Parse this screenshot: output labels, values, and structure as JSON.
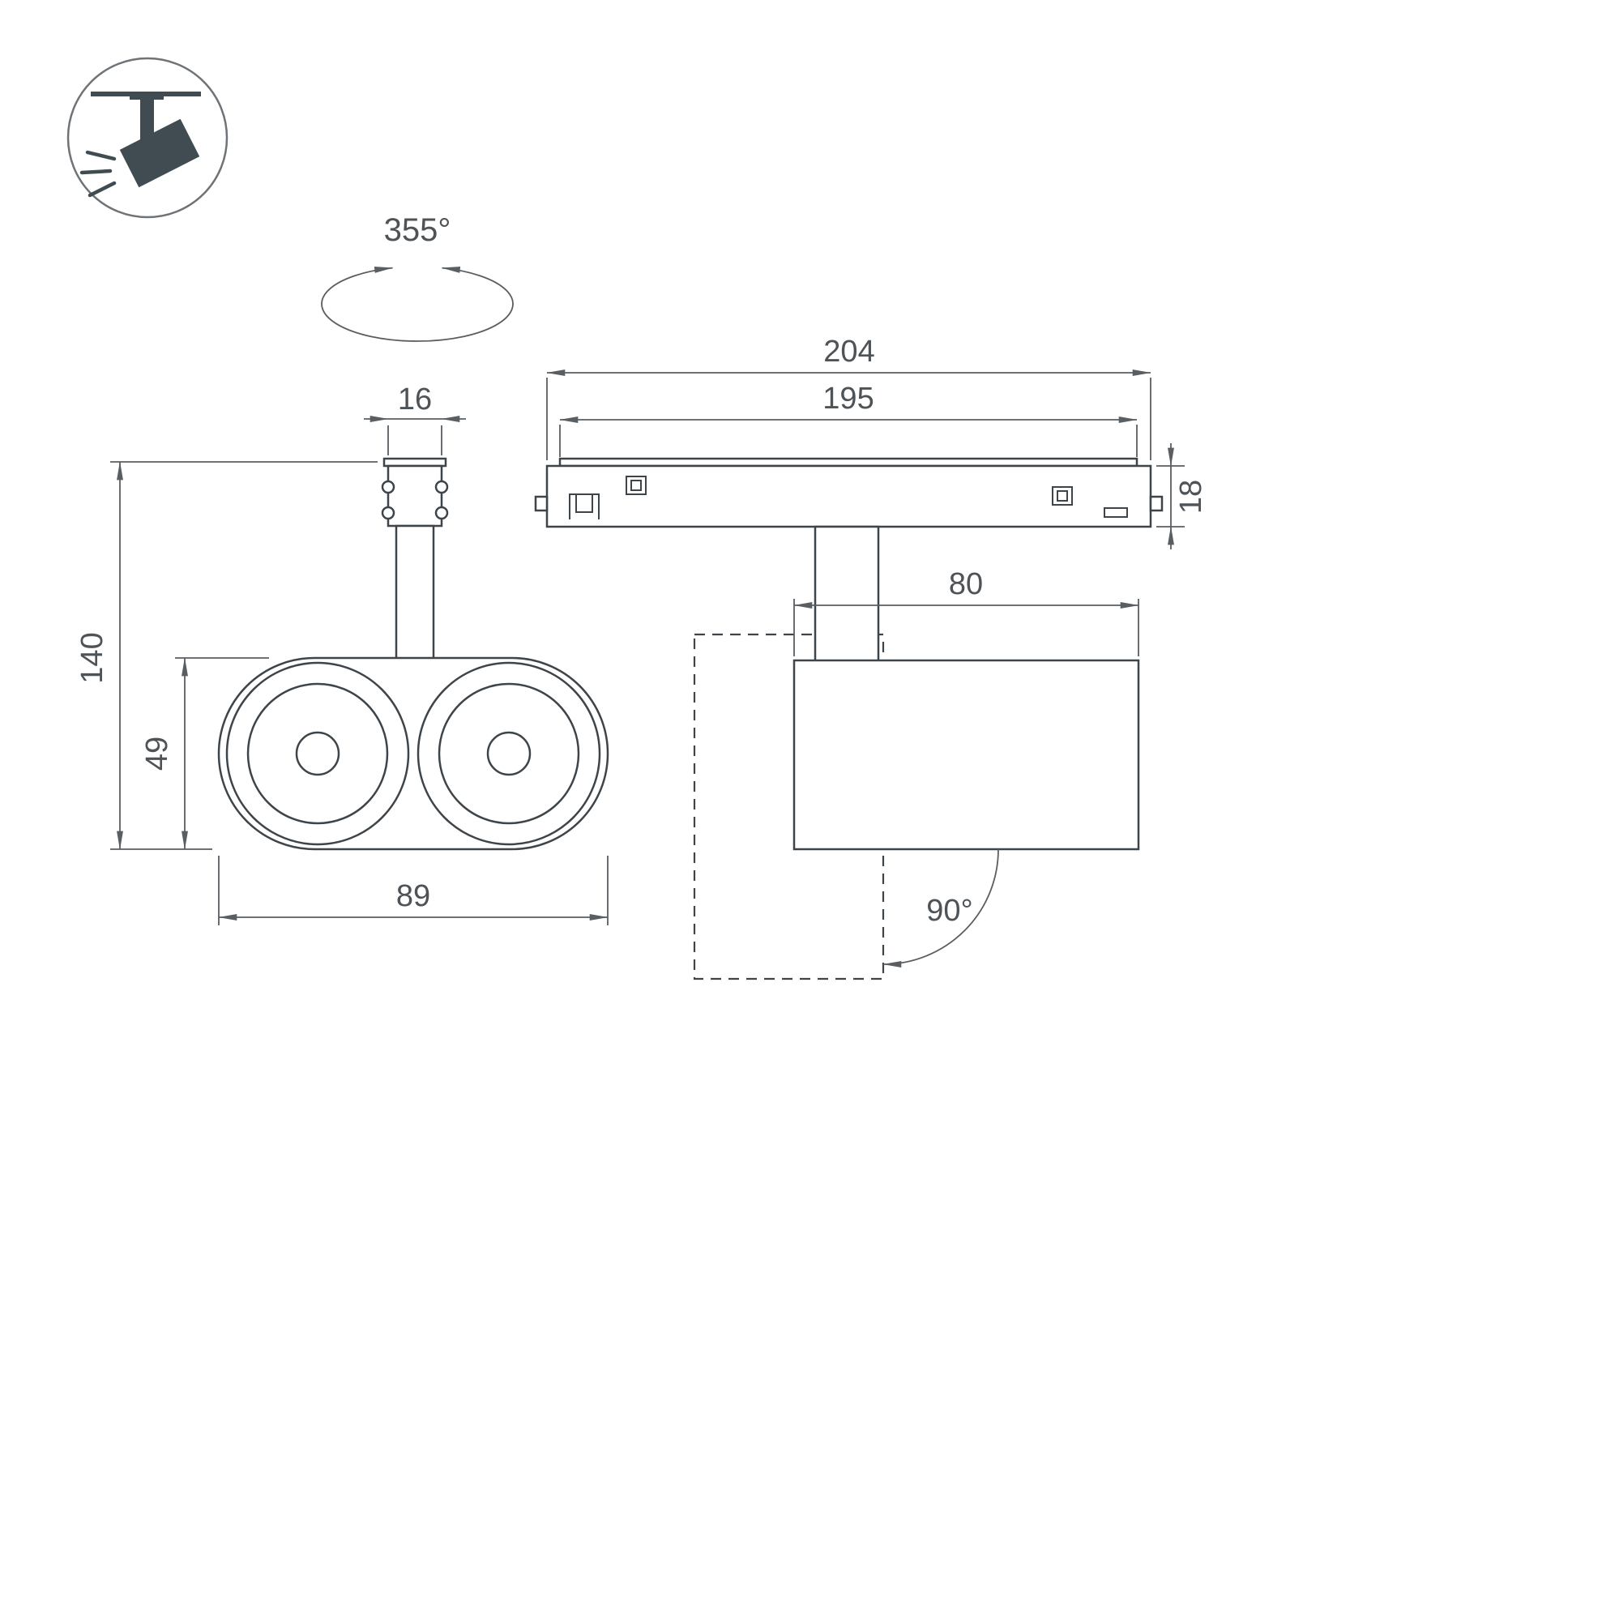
{
  "icons": {
    "legend": "ceiling-track-spotlight-icon"
  },
  "rotation_indicator": {
    "angle": "355°"
  },
  "front_view": {
    "adapter_width": "16",
    "total_height": "140",
    "body_height": "49",
    "body_width": "89"
  },
  "side_view": {
    "track_length": "204",
    "rail_length": "195",
    "track_height": "18",
    "body_depth": "80",
    "tilt_angle": "90°"
  },
  "colors": {
    "background": "#ffffff",
    "outline": "#3e454a",
    "dimension": "#595e62",
    "text": "#4d5357",
    "icon": "#414c52",
    "badge_ring": "#6e7377"
  }
}
